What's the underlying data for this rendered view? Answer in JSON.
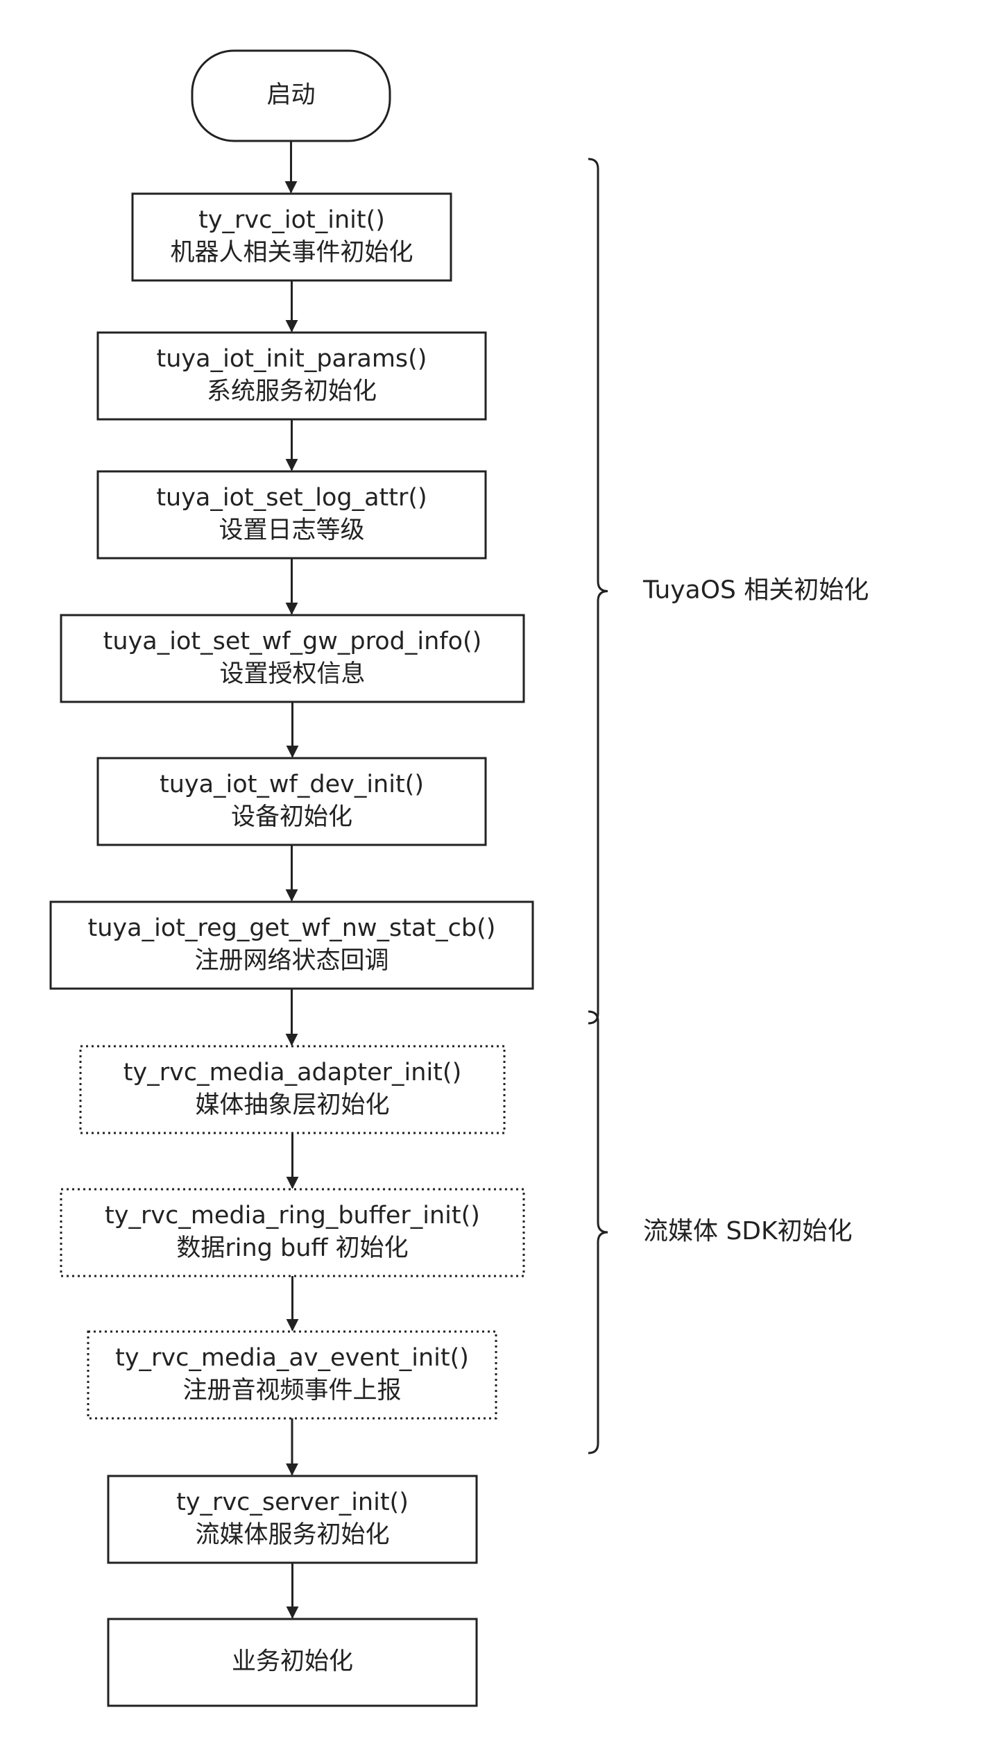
{
  "diagram": {
    "nodes": [
      {
        "id": "start",
        "lines": [
          "启动"
        ],
        "shape": "terminal",
        "border": "solid"
      },
      {
        "id": "rvc-iot-init",
        "lines": [
          "ty_rvc_iot_init()",
          "机器人相关事件初始化"
        ],
        "shape": "process",
        "border": "solid"
      },
      {
        "id": "iot-init-params",
        "lines": [
          "tuya_iot_init_params()",
          "系统服务初始化"
        ],
        "shape": "process",
        "border": "solid"
      },
      {
        "id": "set-log-attr",
        "lines": [
          "tuya_iot_set_log_attr()",
          "设置日志等级"
        ],
        "shape": "process",
        "border": "solid"
      },
      {
        "id": "set-prod-info",
        "lines": [
          "tuya_iot_set_wf_gw_prod_info()",
          "设置授权信息"
        ],
        "shape": "process",
        "border": "solid"
      },
      {
        "id": "wf-dev-init",
        "lines": [
          "tuya_iot_wf_dev_init()",
          "设备初始化"
        ],
        "shape": "process",
        "border": "solid"
      },
      {
        "id": "reg-nw-stat-cb",
        "lines": [
          "tuya_iot_reg_get_wf_nw_stat_cb()",
          "注册网络状态回调"
        ],
        "shape": "process",
        "border": "solid"
      },
      {
        "id": "media-adapter-init",
        "lines": [
          "ty_rvc_media_adapter_init()",
          "媒体抽象层初始化"
        ],
        "shape": "process",
        "border": "dotted"
      },
      {
        "id": "ring-buffer-init",
        "lines": [
          "ty_rvc_media_ring_buffer_init()",
          "数据ring buff 初始化"
        ],
        "shape": "process",
        "border": "dotted"
      },
      {
        "id": "av-event-init",
        "lines": [
          "ty_rvc_media_av_event_init()",
          "注册音视频事件上报"
        ],
        "shape": "process",
        "border": "dotted"
      },
      {
        "id": "server-init",
        "lines": [
          "ty_rvc_server_init()",
          "流媒体服务初始化"
        ],
        "shape": "process",
        "border": "solid"
      },
      {
        "id": "business-init",
        "lines": [
          "业务初始化"
        ],
        "shape": "process",
        "border": "solid"
      }
    ],
    "edges": [
      [
        "start",
        "rvc-iot-init"
      ],
      [
        "rvc-iot-init",
        "iot-init-params"
      ],
      [
        "iot-init-params",
        "set-log-attr"
      ],
      [
        "set-log-attr",
        "set-prod-info"
      ],
      [
        "set-prod-info",
        "wf-dev-init"
      ],
      [
        "wf-dev-init",
        "reg-nw-stat-cb"
      ],
      [
        "reg-nw-stat-cb",
        "media-adapter-init"
      ],
      [
        "media-adapter-init",
        "ring-buffer-init"
      ],
      [
        "ring-buffer-init",
        "av-event-init"
      ],
      [
        "av-event-init",
        "server-init"
      ],
      [
        "server-init",
        "business-init"
      ]
    ],
    "groups": [
      {
        "id": "tuyaos-group",
        "label": "TuyaOS 相关初始化",
        "from": "rvc-iot-init",
        "to": "reg-nw-stat-cb"
      },
      {
        "id": "media-sdk-group",
        "label": "流媒体 SDK初始化",
        "from": "media-adapter-init",
        "to": "av-event-init"
      }
    ],
    "colors": {
      "stroke": "#222222",
      "text": "#222222",
      "background": "#ffffff"
    }
  }
}
